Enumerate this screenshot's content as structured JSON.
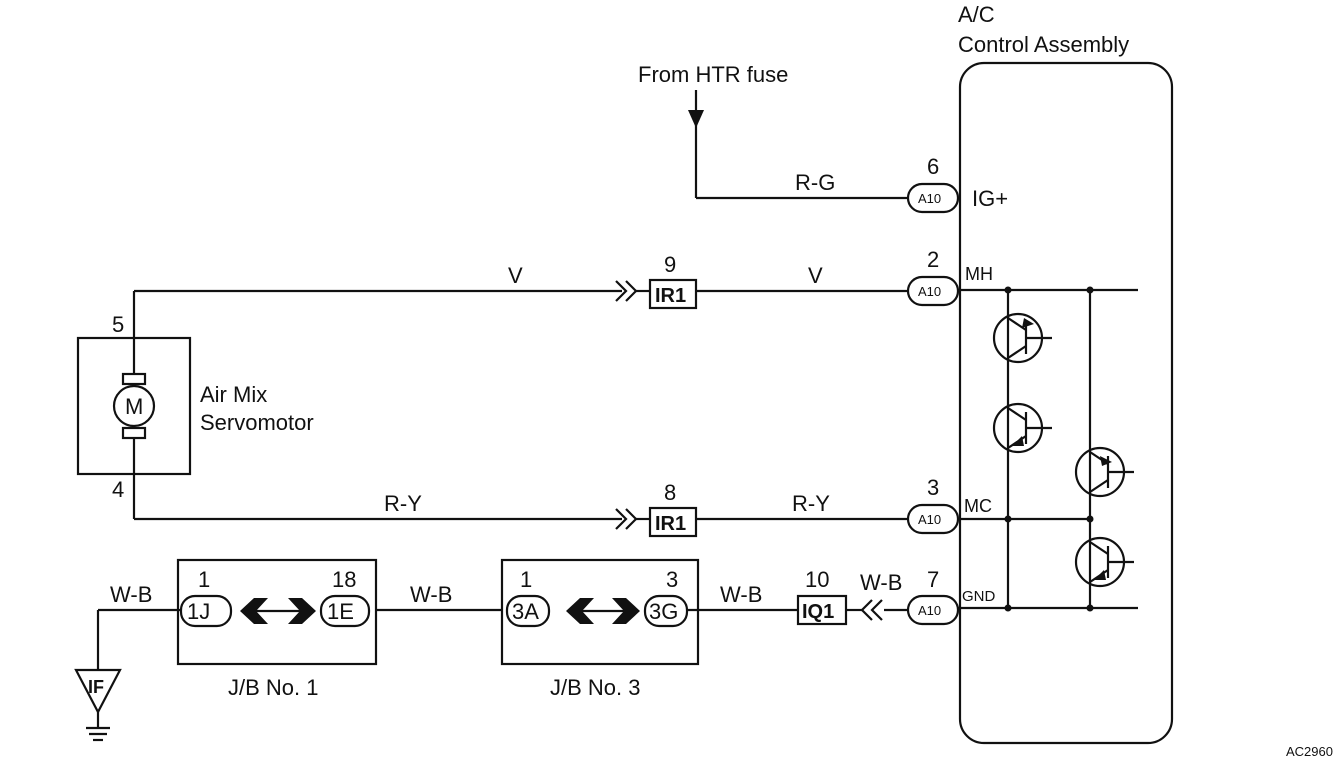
{
  "assembly": {
    "title_line1": "A/C",
    "title_line2": "Control Assembly"
  },
  "fuse_label": "From HTR fuse",
  "motor": {
    "line1": "Air Mix",
    "line2": "Servomotor",
    "symbol": "M",
    "pin_top": "5",
    "pin_bottom": "4"
  },
  "wires": {
    "rg": "R-G",
    "v_left": "V",
    "v_right": "V",
    "ry_left": "R-Y",
    "ry_right": "R-Y",
    "wb_ground": "W-B",
    "wb_mid": "W-B",
    "wb_jb3": "W-B",
    "wb_gnd": "W-B"
  },
  "connectors": {
    "a10_6": {
      "code": "A10",
      "pin": "6",
      "terminal": "IG+"
    },
    "a10_2": {
      "code": "A10",
      "pin": "2",
      "terminal": "MH"
    },
    "a10_3": {
      "code": "A10",
      "pin": "3",
      "terminal": "MC"
    },
    "a10_7": {
      "code": "A10",
      "pin": "7",
      "terminal": "GND"
    },
    "ir1_9": {
      "code": "IR1",
      "pin": "9"
    },
    "ir1_8": {
      "code": "IR1",
      "pin": "8"
    },
    "iq1_10": {
      "code": "IQ1",
      "pin": "10"
    }
  },
  "jb1": {
    "label": "J/B No. 1",
    "left_code": "1J",
    "left_pin": "1",
    "right_code": "1E",
    "right_pin": "18"
  },
  "jb3": {
    "label": "J/B No. 3",
    "left_code": "3A",
    "left_pin": "1",
    "right_code": "3G",
    "right_pin": "3"
  },
  "ground": {
    "code": "IF"
  },
  "figure_id": "AC2960"
}
